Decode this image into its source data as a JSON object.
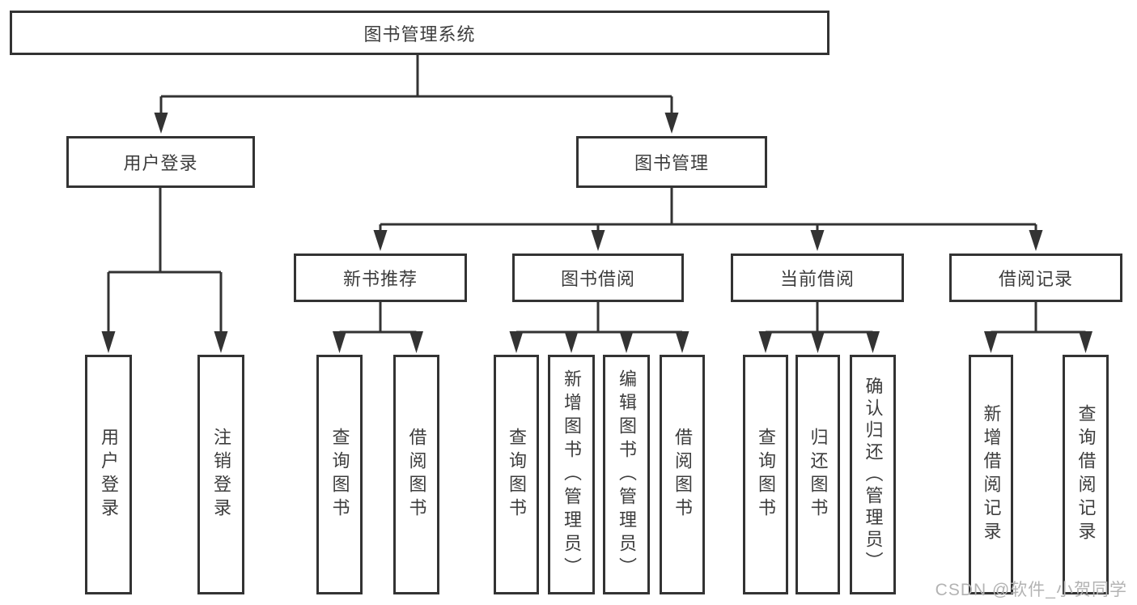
{
  "diagram_title": "图书管理系统",
  "tree": {
    "root": {
      "label": "图书管理系统"
    },
    "branches": [
      {
        "label": "用户登录",
        "children": [
          {
            "label": "用户登录"
          },
          {
            "label": "注销登录"
          }
        ]
      },
      {
        "label": "图书管理",
        "children": [
          {
            "label": "新书推荐",
            "children": [
              {
                "label": "查询图书"
              },
              {
                "label": "借阅图书"
              }
            ]
          },
          {
            "label": "图书借阅",
            "children": [
              {
                "label": "查询图书"
              },
              {
                "label": "新增图书（管理员）"
              },
              {
                "label": "编辑图书（管理员）"
              },
              {
                "label": "借阅图书"
              }
            ]
          },
          {
            "label": "当前借阅",
            "children": [
              {
                "label": "查询图书"
              },
              {
                "label": "归还图书"
              },
              {
                "label": "确认归还（管理员）"
              }
            ]
          },
          {
            "label": "借阅记录",
            "children": [
              {
                "label": "新增借阅记录"
              },
              {
                "label": "查询借阅记录"
              }
            ]
          }
        ]
      }
    ]
  },
  "watermark": "CSDN @软件_小贺同学",
  "colors": {
    "line": "#333333",
    "text": "#3d3d3d",
    "background": "#ffffff",
    "watermark": "#b3b3b3"
  }
}
